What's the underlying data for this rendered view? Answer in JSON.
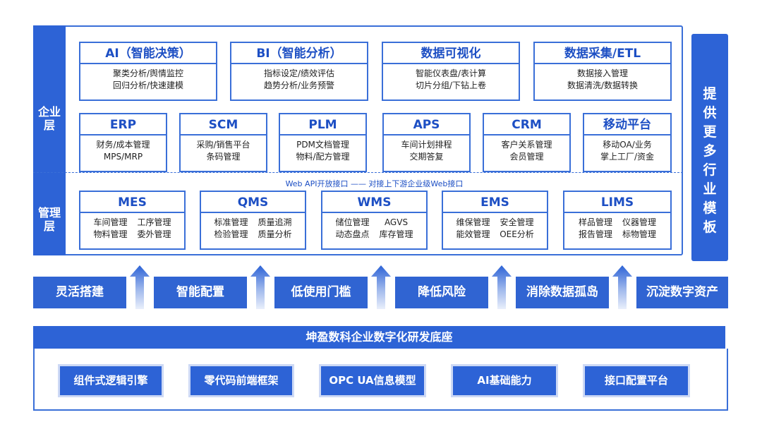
{
  "layers": {
    "enterprise": "企业层",
    "management": "管理层"
  },
  "template_bar": "提供更多行业模板",
  "api_label": "Web API开放接口 —— 对接上下游企业级Web接口",
  "row1": [
    {
      "title": "AI（智能决策）",
      "lines": [
        "聚类分析/舆情监控",
        "回归分析/快速建模"
      ]
    },
    {
      "title": "BI（智能分析）",
      "lines": [
        "指标设定/绩效评估",
        "趋势分析/业务预警"
      ]
    },
    {
      "title": "数据可视化",
      "lines": [
        "智能仪表盘/表计算",
        "切片分组/下钻上卷"
      ]
    },
    {
      "title": "数据采集/ETL",
      "lines": [
        "数据接入管理",
        "数据清洗/数据转换"
      ]
    }
  ],
  "row2": [
    {
      "title": "ERP",
      "lines": [
        "财务/成本管理",
        "MPS/MRP"
      ]
    },
    {
      "title": "SCM",
      "lines": [
        "采购/销售平台",
        "条码管理"
      ]
    },
    {
      "title": "PLM",
      "lines": [
        "PDM文档管理",
        "物料/配方管理"
      ]
    },
    {
      "title": "APS",
      "lines": [
        "车间计划排程",
        "交期答复"
      ]
    },
    {
      "title": "CRM",
      "lines": [
        "客户关系管理",
        "会员管理"
      ]
    },
    {
      "title": "移动平台",
      "lines": [
        "移动OA/业务",
        "掌上工厂/资金"
      ]
    }
  ],
  "row3": [
    {
      "title": "MES",
      "pairs": [
        [
          "车间管理",
          "工序管理"
        ],
        [
          "物料管理",
          "委外管理"
        ]
      ]
    },
    {
      "title": "QMS",
      "pairs": [
        [
          "标准管理",
          "质量追溯"
        ],
        [
          "检验管理",
          "质量分析"
        ]
      ]
    },
    {
      "title": "WMS",
      "pairs": [
        [
          "储位管理",
          "AGVS"
        ],
        [
          "动态盘点",
          "库存管理"
        ]
      ]
    },
    {
      "title": "EMS",
      "pairs": [
        [
          "维保管理",
          "安全管理"
        ],
        [
          "能效管理",
          "OEE分析"
        ]
      ]
    },
    {
      "title": "LIMS",
      "pairs": [
        [
          "样品管理",
          "仪器管理"
        ],
        [
          "报告管理",
          "标物管理"
        ]
      ]
    }
  ],
  "values": [
    "灵活搭建",
    "智能配置",
    "低使用门槛",
    "降低风险",
    "消除数据孤岛",
    "沉淀数字资产"
  ],
  "foundation": {
    "title": "坤盈数科企业数字化研发底座",
    "items": [
      "组件式逻辑引擎",
      "零代码前端框架",
      "OPC UA信息模型",
      "AI基础能力",
      "接口配置平台"
    ]
  },
  "colors": {
    "primary": "#2d63d6",
    "border": "#3a6fd8",
    "title_text": "#1d4fc4",
    "arrow_light": "#e9effb"
  }
}
